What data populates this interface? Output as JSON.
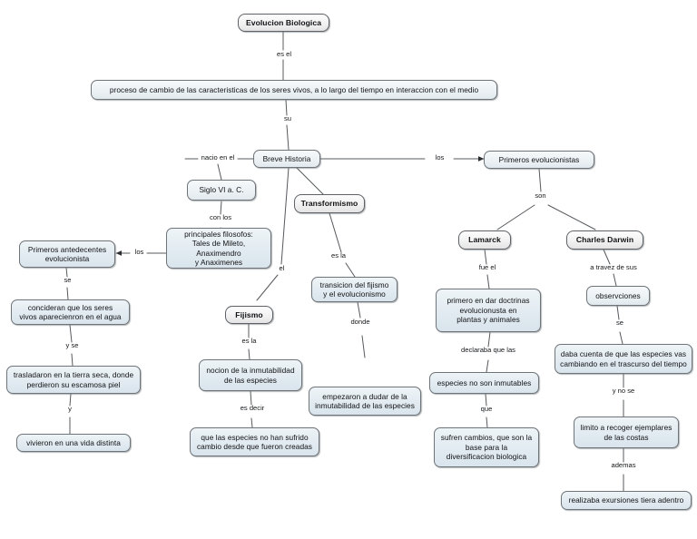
{
  "map": {
    "title": "Evolucion Biologica",
    "background_color": "#ffffff",
    "node_fill": "#e4edf2",
    "key_node_fill": "#f2f2f2",
    "node_border": "#6f7479",
    "edge_color": "#55585c"
  },
  "nodes": [
    {
      "id": "root",
      "label": "Evolucion Biologica"
    },
    {
      "id": "proceso",
      "label": "proceso de cambio de las caracteristicas de los seres vivos, a lo largo del tiempo en interaccion con el medio"
    },
    {
      "id": "breve-historia",
      "label": "Breve Historia"
    },
    {
      "id": "primeros-evol",
      "label": "Primeros evolucionistas"
    },
    {
      "id": "siglo",
      "label": "Siglo VI a. C."
    },
    {
      "id": "filosofos",
      "label": "principales filosofos:\nTales de Mileto, Anaximendro\ny Anaximenes"
    },
    {
      "id": "antecedentes",
      "label": "Primeros antedecentes\nevolucionista"
    },
    {
      "id": "concideran",
      "label": "concideran que los seres\nvivos aparecienron en el agua"
    },
    {
      "id": "trasladaron",
      "label": "trasladaron en la tierra seca, donde\nperdieron su escamosa piel"
    },
    {
      "id": "vivieron",
      "label": "vivieron en una vida distinta"
    },
    {
      "id": "fijismo",
      "label": "Fijismo"
    },
    {
      "id": "nocion",
      "label": "nocion de la inmutabilidad\nde las especies"
    },
    {
      "id": "que-especies",
      "label": "que las especies no han sufrido\ncambio desde que fueron creadas"
    },
    {
      "id": "transformismo",
      "label": "Transformismo"
    },
    {
      "id": "transicion",
      "label": "transicion del fijismo\ny el evolucionismo"
    },
    {
      "id": "empezaron",
      "label": "empezaron a dudar de la\ninmutabilidad de las especies"
    },
    {
      "id": "lamarck",
      "label": "Lamarck"
    },
    {
      "id": "primero-doc",
      "label": "primero en dar doctrinas\nevolucionusta en\nplantas y animales"
    },
    {
      "id": "especies-no",
      "label": "especies no son inmutables"
    },
    {
      "id": "sufren",
      "label": "sufren cambios, que son la\nbase para la\ndiversificacion biologica"
    },
    {
      "id": "darwin",
      "label": "Charles Darwin"
    },
    {
      "id": "observaciones",
      "label": "observciones"
    },
    {
      "id": "daba-cuenta",
      "label": "daba cuenta de que las especies vas\ncambiando en el trascurso del tiempo"
    },
    {
      "id": "limito",
      "label": "limito a recoger ejemplares\nde las costas"
    },
    {
      "id": "realizaba",
      "label": "realizaba exursiones tiera adentro"
    }
  ],
  "edge_labels": [
    {
      "id": "l-es-el",
      "text": "es el"
    },
    {
      "id": "l-su",
      "text": "su"
    },
    {
      "id": "l-nacio",
      "text": "nacio en el"
    },
    {
      "id": "l-los-1",
      "text": "los"
    },
    {
      "id": "l-son",
      "text": "son"
    },
    {
      "id": "l-con-los",
      "text": "con los"
    },
    {
      "id": "l-los-2",
      "text": "los"
    },
    {
      "id": "l-se-1",
      "text": "se"
    },
    {
      "id": "l-y-se",
      "text": "y se"
    },
    {
      "id": "l-y",
      "text": "y"
    },
    {
      "id": "l-el",
      "text": "el"
    },
    {
      "id": "l-es-la-1",
      "text": "es la"
    },
    {
      "id": "l-es-decir",
      "text": "es decir"
    },
    {
      "id": "l-es-la-2",
      "text": "es la"
    },
    {
      "id": "l-donde",
      "text": "donde"
    },
    {
      "id": "l-fue-el",
      "text": "fue el"
    },
    {
      "id": "l-declaraba",
      "text": "declaraba que las"
    },
    {
      "id": "l-que",
      "text": "que"
    },
    {
      "id": "l-a-travez",
      "text": "a travez de sus"
    },
    {
      "id": "l-se-2",
      "text": "se"
    },
    {
      "id": "l-y-no-se",
      "text": "y no se"
    },
    {
      "id": "l-ademas",
      "text": "ademas"
    }
  ]
}
